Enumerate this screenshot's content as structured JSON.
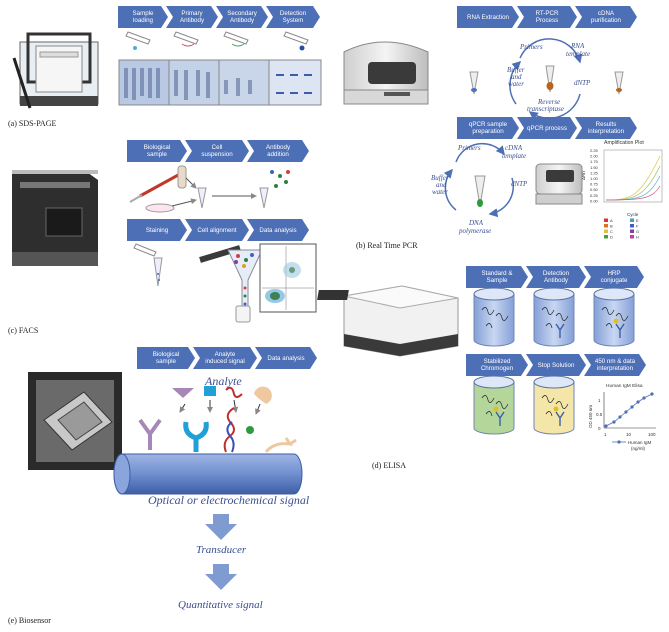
{
  "panels": {
    "sds": {
      "caption": "(a) SDS-PAGE",
      "steps": [
        "Sample\nloading",
        "Primary\nAntibody",
        "Secondary\nAntibody",
        "Detection\nSystem"
      ]
    },
    "pcr": {
      "caption": "(b) Real Time PCR",
      "steps_top": [
        "RNA Extraction",
        "RT-PCR\nProcess",
        "cDNA\npurification"
      ],
      "steps_bottom": [
        "qPCR sample\npreparation",
        "qPCR process",
        "Results\ninterpretation"
      ],
      "cycle1": {
        "primers": "Primers",
        "rna": "RNA",
        "template": "template",
        "buffer": "Buffer",
        "and": "and",
        "water": "water",
        "dntp": "dNTP",
        "reverse": "Reverse",
        "transcriptase": "transcriptase"
      },
      "cycle2": {
        "primers": "Primers",
        "cdna": "cDNA",
        "template": "template",
        "buffer": "Buffer",
        "and": "and",
        "water": "water",
        "dntp": "dNTP",
        "dna": "DNA",
        "polymerase": "polymerase"
      },
      "plot": {
        "title": "Amplification Plot",
        "ylabel": "ΔRn",
        "xlabel": "Cycle",
        "yticks": [
          "2.25",
          "2.00",
          "1.75",
          "1.50",
          "1.25",
          "1.00",
          "0.75",
          "0.50",
          "0.25",
          "0.00"
        ],
        "legend": [
          "A",
          "B",
          "C",
          "D",
          "E",
          "F",
          "G",
          "H"
        ]
      }
    },
    "facs": {
      "caption": "(c) FACS",
      "steps_top": [
        "Biological\nsample",
        "Cell\nsuspension",
        "Antibody\naddition"
      ],
      "steps_bottom": [
        "Staining",
        "Cell alignment",
        "Data analysis"
      ]
    },
    "elisa": {
      "caption": "(d) ELISA",
      "steps_top": [
        "Standard &\nSample",
        "Detection\nAntibody",
        "HRP\nconjugate"
      ],
      "steps_bottom": [
        "Stabilized\nChromogen",
        "Stop Solution",
        "450 nm & data\ninterpretation"
      ],
      "plot": {
        "title": "Human IgM Elisa",
        "ylabel": "OD 450 nm",
        "yticks": [
          "1",
          "0.5",
          "0"
        ],
        "xticks": [
          "1",
          "10",
          "100"
        ],
        "legend_line1": "Human IgM",
        "legend_line2": "(ng/ml)"
      }
    },
    "biosensor": {
      "caption": "(e) Biosensor",
      "steps": [
        "Biological\nsample",
        "Analyte\ninduced signal",
        "Data analysis"
      ],
      "analyte": "Analyte",
      "signal": "Optical or electrochemical signal",
      "transducer": "Transducer",
      "quantitative": "Quantitative signal"
    }
  },
  "colors": {
    "chevron": "#4d6fb5",
    "arrow": "#7f9bd1",
    "label": "#3a4f8f"
  }
}
